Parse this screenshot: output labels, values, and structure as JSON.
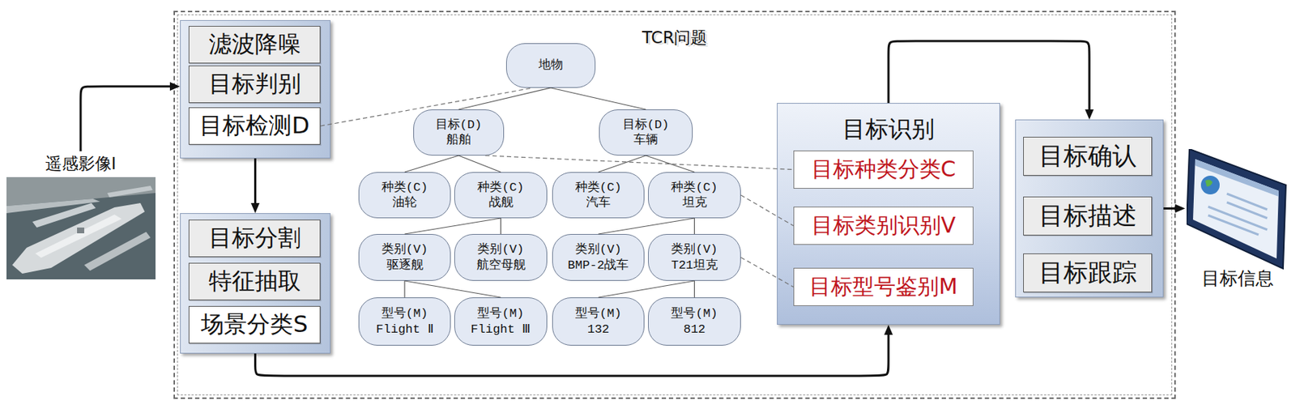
{
  "diagram": {
    "nodes": [
      {
        "text": [
          "遥感影像I"
        ]
      },
      {
        "text": [
          "TCR问题"
        ]
      },
      {
        "text": [],
        "in": 1
      },
      {
        "text": [
          "滤波降噪"
        ],
        "in": 2
      },
      {
        "text": [
          "目标判别"
        ],
        "in": 2
      },
      {
        "text": [
          "目标检测D"
        ],
        "in": 2
      },
      {
        "text": [],
        "in": 1
      },
      {
        "text": [
          "目标分割"
        ],
        "in": 6
      },
      {
        "text": [
          "特征抽取"
        ],
        "in": 6
      },
      {
        "text": [
          "场景分类S"
        ],
        "in": 6
      },
      {
        "text": [
          "地物"
        ],
        "in": 1
      },
      {
        "text": [
          "目标(D) 船舶"
        ],
        "in": 1
      },
      {
        "text": [
          "目标(D) 车辆"
        ],
        "in": 1
      },
      {
        "text": [
          "种类(C) 油轮"
        ],
        "in": 1
      },
      {
        "text": [
          "种类(C) 战舰"
        ],
        "in": 1
      },
      {
        "text": [
          "种类(C) 汽车"
        ],
        "in": 1
      },
      {
        "text": [
          "种类(C) 坦克"
        ],
        "in": 1
      },
      {
        "text": [
          "类别(V) 驱逐舰"
        ],
        "in": 1
      },
      {
        "text": [
          "类别(V) 航空母舰"
        ],
        "in": 1
      },
      {
        "text": [
          "类别(V) BMP-2战车"
        ],
        "in": 1
      },
      {
        "text": [
          "类别(V) T21坦克"
        ],
        "in": 1
      },
      {
        "text": [
          "型号(M) Flight Ⅱ"
        ],
        "in": 1
      },
      {
        "text": [
          "型号(M) Flight Ⅲ"
        ],
        "in": 1
      },
      {
        "text": [
          "型号(M) 132"
        ],
        "in": 1
      },
      {
        "text": [
          "型号(M) 812"
        ],
        "in": 1
      },
      {
        "text": [
          "目标识别"
        ],
        "in": 1
      },
      {
        "text": [
          "目标种类分类C"
        ],
        "in": 25
      },
      {
        "text": [
          "目标类别识别V"
        ],
        "in": 25
      },
      {
        "text": [
          "目标型号鉴别M"
        ],
        "in": 25
      },
      {
        "text": [],
        "in": 1
      },
      {
        "text": [
          "目标确认"
        ],
        "in": 29
      },
      {
        "text": [
          "目标描述"
        ],
        "in": 29
      },
      {
        "text": [
          "目标跟踪"
        ],
        "in": 29
      },
      {
        "text": [
          "目标信息"
        ]
      }
    ],
    "edges": [
      {
        "from": 0,
        "to": 2,
        "arrow": "to"
      },
      {
        "from": 2,
        "to": 6,
        "arrow": "to"
      },
      {
        "from": 6,
        "to": 25,
        "arrow": "to"
      },
      {
        "from": 25,
        "to": 29,
        "arrow": "to"
      },
      {
        "from": 29,
        "to": 33,
        "arrow": "to"
      },
      {
        "from": 5,
        "to": 10,
        "arrow": "none"
      },
      {
        "from": 11,
        "to": 26,
        "arrow": "none"
      },
      {
        "from": 16,
        "to": 27,
        "arrow": "none"
      },
      {
        "from": 20,
        "to": 28,
        "arrow": "none"
      },
      {
        "from": 10,
        "to": 11,
        "arrow": "none"
      },
      {
        "from": 10,
        "to": 12,
        "arrow": "none"
      },
      {
        "from": 11,
        "to": 13,
        "arrow": "none"
      },
      {
        "from": 11,
        "to": 14,
        "arrow": "none"
      },
      {
        "from": 12,
        "to": 15,
        "arrow": "none"
      },
      {
        "from": 12,
        "to": 16,
        "arrow": "none"
      },
      {
        "from": 14,
        "to": 17,
        "arrow": "none"
      },
      {
        "from": 14,
        "to": 18,
        "arrow": "none"
      },
      {
        "from": 16,
        "to": 19,
        "arrow": "none"
      },
      {
        "from": 16,
        "to": 20,
        "arrow": "none"
      },
      {
        "from": 17,
        "to": 21,
        "arrow": "none"
      },
      {
        "from": 17,
        "to": 22,
        "arrow": "none"
      },
      {
        "from": 20,
        "to": 23,
        "arrow": "none"
      },
      {
        "from": 20,
        "to": 24,
        "arrow": "none"
      }
    ]
  }
}
